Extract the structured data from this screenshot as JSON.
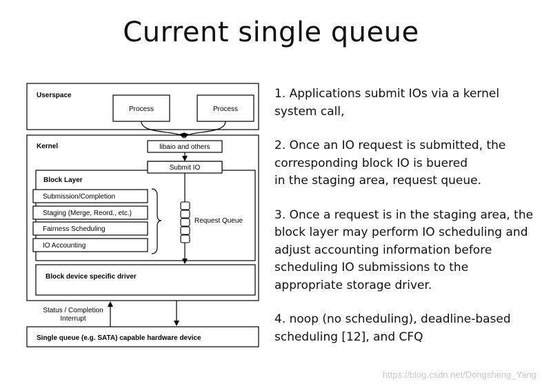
{
  "title": "Current single queue",
  "diagram": {
    "userspace_label": "Userspace",
    "process_1": "Process",
    "process_2": "Process",
    "kernel_label": "Kernel",
    "libaio_label": "libaio and others",
    "submit_io_label": "Submit IO",
    "block_layer_label": "Block Layer",
    "block_items": [
      "Submission/Completion",
      "Staging (Merge, Reord., etc.)",
      "Fairness Scheduling",
      "IO Accounting"
    ],
    "request_queue_label": "Request Queue",
    "driver_label": "Block device specific driver",
    "status_line1": "Status / Completion",
    "status_line2": "Interrupt",
    "hardware_label": "Single queue (e.g. SATA) capable hardware device"
  },
  "description": {
    "item1_line1": "1. Applications submit IOs via a kernel",
    "item1_line2": "system call,",
    "item2_line1": "2. Once an IO request is submitted, the",
    "item2_line2": "corresponding block IO is buered",
    "item2_line3": "in the staging area, request queue.",
    "item3_line1": "3. Once a request is in the staging area, the",
    "item3_line2": "block layer may perform IO scheduling and",
    "item3_line3": "adjust accounting information before",
    "item3_line4": "scheduling IO submissions to the",
    "item3_line5": "appropriate storage driver.",
    "item4_line1": "4. noop (no scheduling), deadline-based",
    "item4_line2": "scheduling [12], and CFQ"
  },
  "watermark": "https://blog.csdn.net/Dongsheng_Yang"
}
